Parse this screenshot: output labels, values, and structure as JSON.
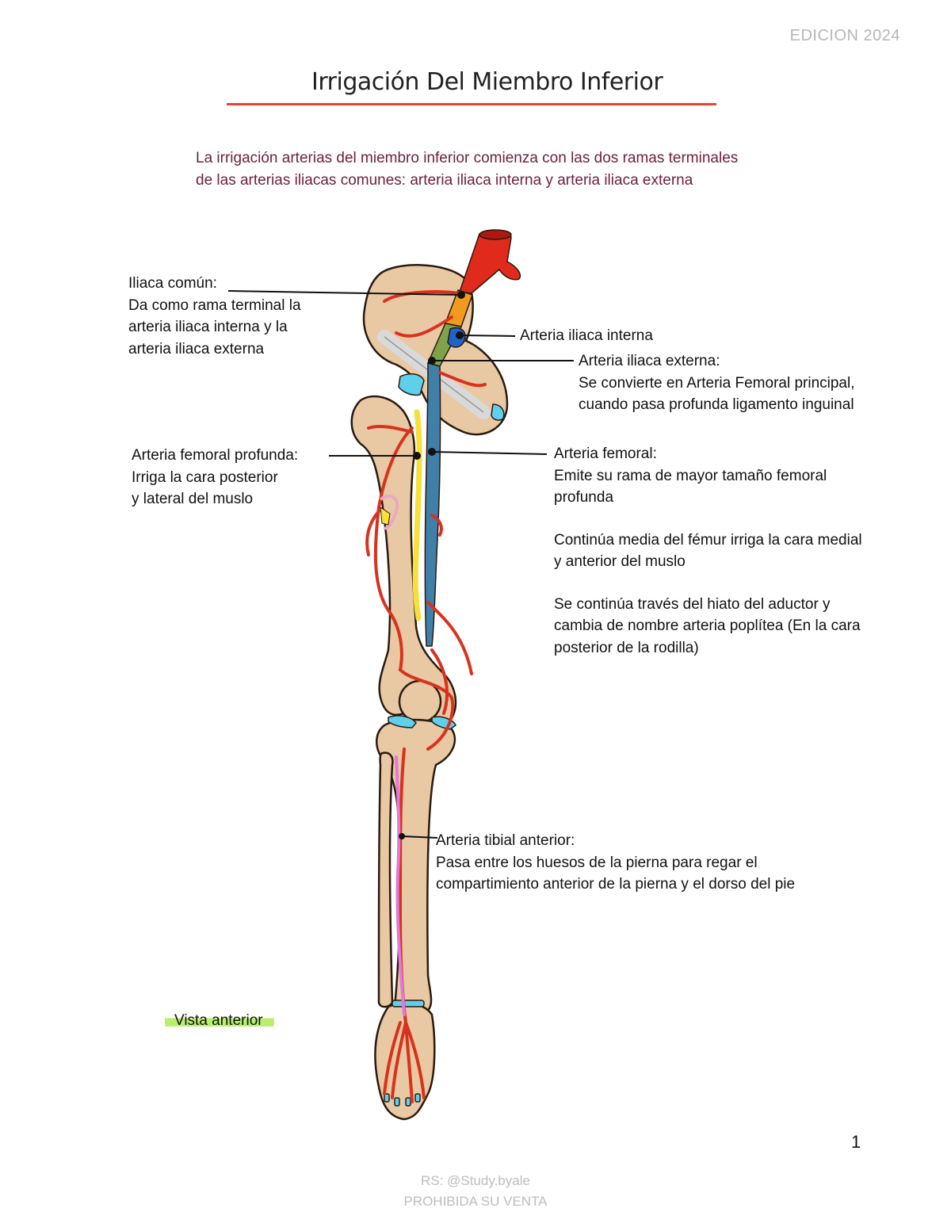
{
  "edition": "EDICION 2024",
  "title": "Irrigación Del Miembro Inferior",
  "intro": [
    "La irrigación arterias del miembro inferior comienza con las dos ramas terminales",
    "de las arterias iliacas comunes: arteria iliaca interna y arteria iliaca externa"
  ],
  "labels": {
    "iliaca_comun": [
      "Iliaca común:",
      "Da como rama terminal la",
      "arteria iliaca interna y la",
      "arteria iliaca externa"
    ],
    "iliaca_interna": [
      "Arteria iliaca interna"
    ],
    "iliaca_externa": [
      "Arteria iliaca externa:",
      "Se convierte en Arteria Femoral principal,",
      "cuando pasa profunda ligamento inguinal"
    ],
    "femoral_profunda": [
      "Arteria femoral profunda:",
      "Irriga la cara posterior",
      "y lateral del muslo"
    ],
    "femoral": {
      "title": "Arteria femoral:",
      "p1": [
        "Emite su rama de mayor tamaño femoral",
        "profunda"
      ],
      "p2": [
        "Continúa media del fémur irriga la cara medial",
        "y anterior del muslo"
      ],
      "p3": [
        "Se continúa través del hiato del aductor y",
        "cambia de nombre arteria poplítea (En la cara",
        "posterior de la rodilla)"
      ]
    },
    "tibial_anterior": [
      "Arteria tibial anterior:",
      "Pasa entre los huesos de la pierna para regar el",
      "compartimiento anterior de la pierna y el dorso del pie"
    ]
  },
  "vista": "Vista anterior",
  "page_number": "1",
  "footer": [
    "RS: @Study.byale",
    "PROHIBIDA SU VENTA"
  ],
  "colors": {
    "bone": "#e8c9a3",
    "artery": "#d8321f",
    "aorta": "#e02a1c",
    "common_iliac": "#f29a1d",
    "internal_iliac": "#1e63c8",
    "external_iliac": "#7fa34a",
    "femoral": "#3f7fa8",
    "nerve": "#f5e03c",
    "cartilage": "#5fd0ec",
    "tibial_anterior": "#e07ad8",
    "title_rule": "#e8452b",
    "intro_text": "#6e2040",
    "highlight": "#b9ef6f"
  }
}
